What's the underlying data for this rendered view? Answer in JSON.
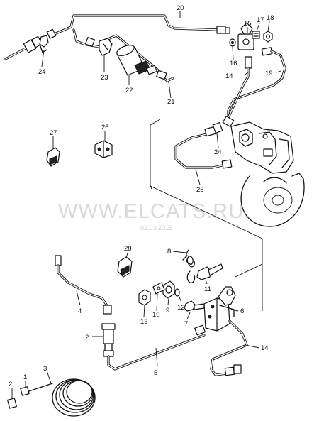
{
  "watermark": {
    "site": "WWW.ELCATS.RU",
    "date": "02.03.2015"
  },
  "callouts": [
    {
      "id": "c20",
      "label": "20"
    },
    {
      "id": "c15",
      "label": "15"
    },
    {
      "id": "c17",
      "label": "17"
    },
    {
      "id": "c18",
      "label": "18"
    },
    {
      "id": "c16",
      "label": "16"
    },
    {
      "id": "c14a",
      "label": "14"
    },
    {
      "id": "c19",
      "label": "19"
    },
    {
      "id": "c24a",
      "label": "24"
    },
    {
      "id": "c23",
      "label": "23"
    },
    {
      "id": "c22",
      "label": "22"
    },
    {
      "id": "c21",
      "label": "21"
    },
    {
      "id": "c27",
      "label": "27"
    },
    {
      "id": "c26",
      "label": "26"
    },
    {
      "id": "c24b",
      "label": "24"
    },
    {
      "id": "c25",
      "label": "25"
    },
    {
      "id": "c28",
      "label": "28"
    },
    {
      "id": "c8",
      "label": "8"
    },
    {
      "id": "c11",
      "label": "11"
    },
    {
      "id": "c4",
      "label": "4"
    },
    {
      "id": "c9",
      "label": "9"
    },
    {
      "id": "c12",
      "label": "12"
    },
    {
      "id": "c6",
      "label": "6"
    },
    {
      "id": "c13",
      "label": "13"
    },
    {
      "id": "c10",
      "label": "10"
    },
    {
      "id": "c7",
      "label": "7"
    },
    {
      "id": "c2a",
      "label": "2"
    },
    {
      "id": "c14b",
      "label": "14"
    },
    {
      "id": "c5",
      "label": "5"
    },
    {
      "id": "c3",
      "label": "3"
    },
    {
      "id": "c1",
      "label": "1"
    },
    {
      "id": "c2b",
      "label": "2"
    }
  ]
}
